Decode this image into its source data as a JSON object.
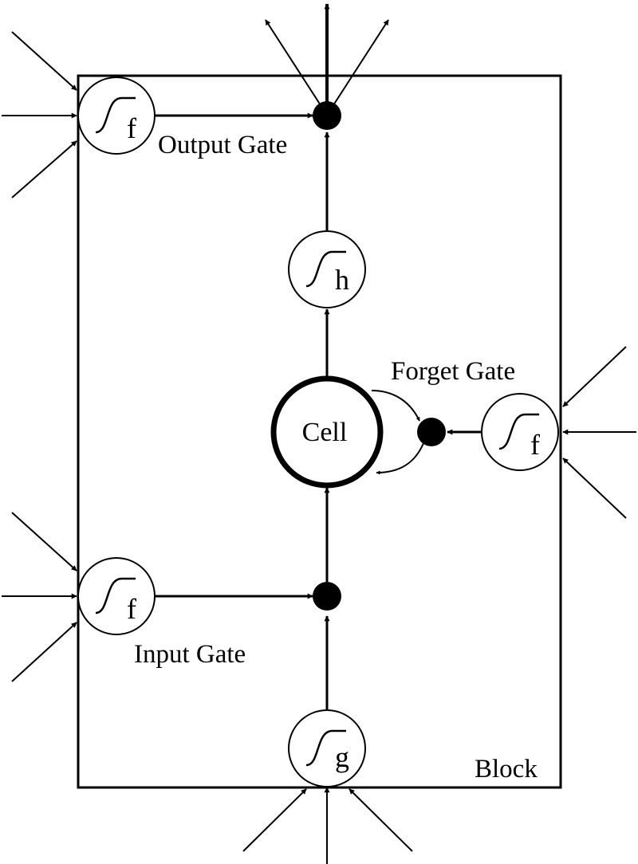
{
  "labels": {
    "output_gate": "Output Gate",
    "forget_gate": "Forget Gate",
    "input_gate": "Input Gate",
    "cell": "Cell",
    "block": "Block"
  },
  "units": {
    "output_gate_fn": "f",
    "input_gate_fn": "f",
    "forget_gate_fn": "f",
    "cell_output_fn": "h",
    "cell_input_fn": "g"
  }
}
